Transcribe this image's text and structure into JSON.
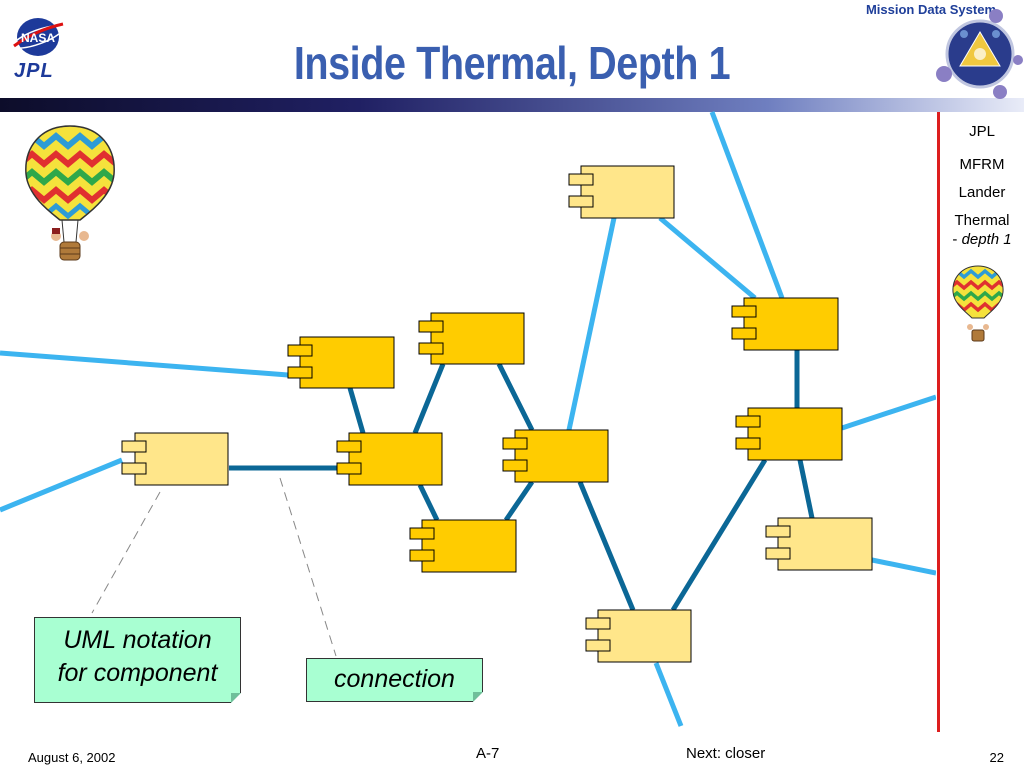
{
  "header": {
    "title": "Inside Thermal, Depth 1",
    "brand": "Mission Data System",
    "nasa_logo_text": "NASA",
    "jpl_logo_text": "JPL"
  },
  "breadcrumb": {
    "items": [
      "JPL",
      "MFRM",
      "Lander",
      "Thermal"
    ],
    "current_prefix": "- ",
    "current_suffix": "depth 1"
  },
  "notes": {
    "uml": [
      "UML notation",
      "for component"
    ],
    "connection": "connection"
  },
  "footer": {
    "date": "August 6, 2002",
    "section": "A-7",
    "next": "Next: closer",
    "page": "22"
  },
  "colors": {
    "title_blue": "#3a5fb0",
    "component_fill": "#ffcc00",
    "component_fill_light": "#ffe68a",
    "connection_dark": "#0b6796",
    "connection_light": "#3cb4f0",
    "divider_red": "#dd1e1e",
    "note_fill": "#a8ffd2"
  },
  "icons": [
    "nasa-logo",
    "jpl-logo",
    "mds-logo-icon",
    "hot-air-balloon-icon"
  ]
}
